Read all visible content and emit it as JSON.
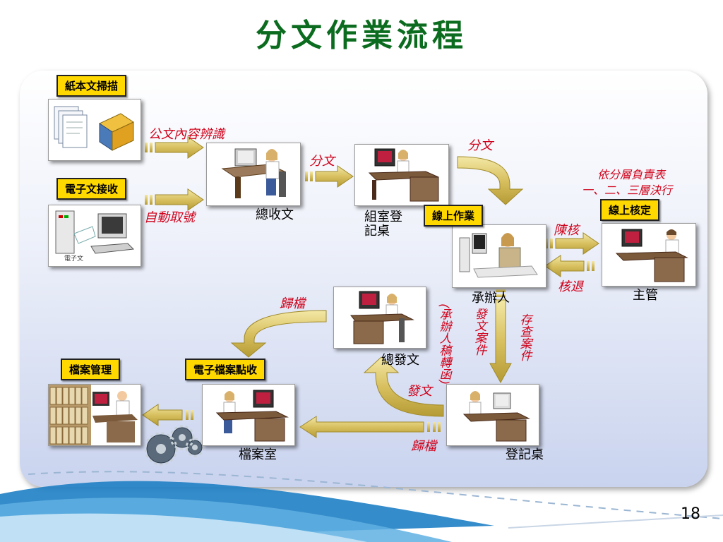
{
  "title": "分文作業流程",
  "page_number": "18",
  "tags": {
    "paper_scan": "紙本文掃描",
    "e_receive": "電子文接收",
    "online_work": "線上作業",
    "online_approve": "線上核定",
    "archive_mgmt": "檔案管理",
    "e_archive_check": "電子檔案點收"
  },
  "nodes": {
    "receiving": "總收文",
    "group_registry": "組室登記桌",
    "handler": "承辦人",
    "supervisor": "主管",
    "dispatch": "總發文",
    "archive_room": "檔案室",
    "registry": "登記桌",
    "computer_caption": "電子文"
  },
  "annotations": {
    "content_recognition": "公文內容辨識",
    "auto_number": "自動取號",
    "distribute_1": "分文",
    "distribute_2": "分文",
    "layered_1": "依分層負責表",
    "layered_2": "一、二、三層決行",
    "submit": "陳核",
    "return": "核退",
    "file_1": "歸檔",
    "file_2": "歸檔",
    "send_out": "發文",
    "handler_draft": "(承辦人稿轉函)",
    "send_case": "發文案件",
    "keep_case": "存查案件"
  },
  "colors": {
    "title": "#0b6b1e",
    "tag_fill": "#ffd800",
    "annotation": "#d0021b",
    "arrow_gold": "#d8c060"
  }
}
